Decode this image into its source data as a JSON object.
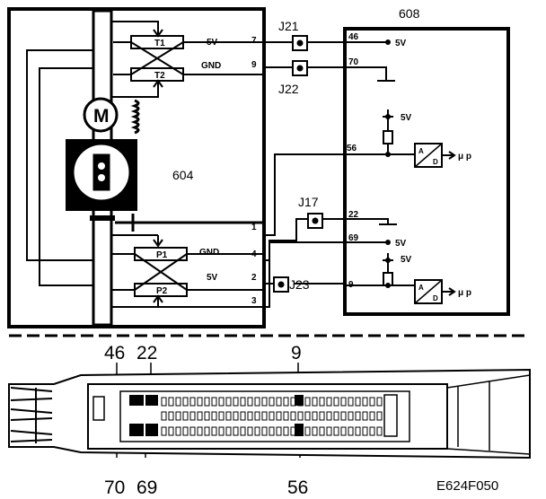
{
  "modules": {
    "sensor_unit": "604",
    "ecu": "608"
  },
  "sensor_labels": {
    "t1": "T1",
    "t2": "T2",
    "p1": "P1",
    "p2": "P2",
    "motor": "M"
  },
  "supply_labels": {
    "t1_5v": "5V",
    "t2_gnd": "GND",
    "p1_gnd": "GND",
    "p2_5v": "5V"
  },
  "sensor_pins": {
    "p7": "7",
    "p9": "9",
    "p1": "1",
    "p4": "4",
    "p2": "2",
    "p3": "3"
  },
  "connectors": {
    "j21": "J21",
    "j22": "J22",
    "j17": "J17",
    "j23": "J23"
  },
  "ecu_pins": {
    "p46": "46",
    "p70": "70",
    "p56": "56",
    "p22": "22",
    "p69": "69",
    "p9": "9"
  },
  "ecu_labels": {
    "v46": "5V",
    "vref1": "5V",
    "v69": "5V",
    "vref2": "5V",
    "adc": "A",
    "adc_d": "D",
    "out1": "μ p",
    "out2": "μ p"
  },
  "connector_callouts": {
    "top": [
      "46",
      "22",
      "9"
    ],
    "bottom": [
      "70",
      "69",
      "56"
    ]
  },
  "figure_code": "E624F050"
}
